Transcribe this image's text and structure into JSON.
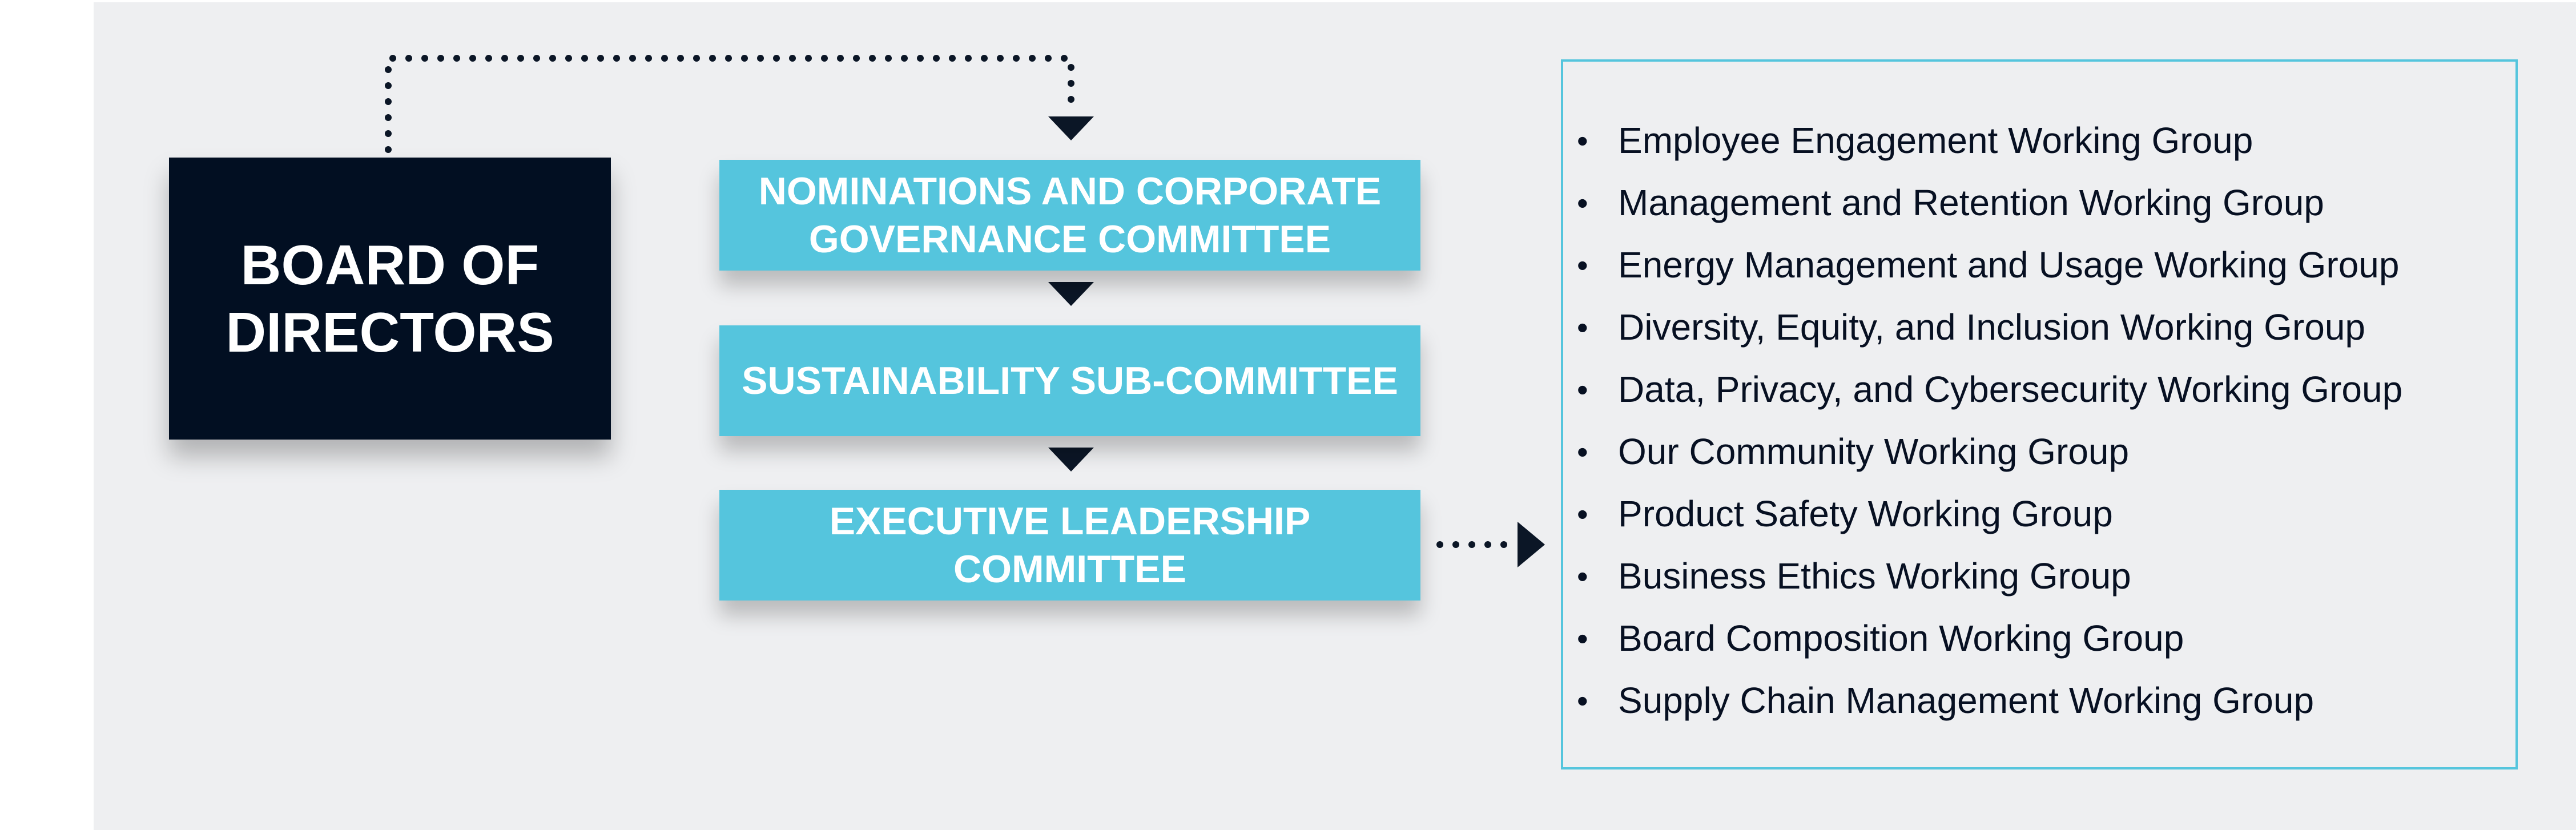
{
  "board": {
    "line1": "BOARD OF",
    "line2": "DIRECTORS"
  },
  "committees": [
    {
      "line1": "NOMINATIONS AND CORPORATE",
      "line2": "GOVERNANCE COMMITTEE"
    },
    {
      "line1": "SUSTAINABILITY SUB-COMMITTEE",
      "line2": ""
    },
    {
      "line1": "EXECUTIVE LEADERSHIP",
      "line2": "COMMITTEE"
    }
  ],
  "working_groups": [
    "Employee Engagement Working Group",
    "Management and Retention Working Group",
    "Energy Management and Usage Working Group",
    "Diversity, Equity, and Inclusion Working Group",
    "Data, Privacy, and Cybersecurity Working Group",
    "Our Community Working Group",
    "Product Safety Working Group",
    "Business Ethics Working Group",
    "Board Composition Working Group",
    "Supply Chain Management Working Group"
  ],
  "colors": {
    "background": "#eeeff1",
    "board_fill": "#020f22",
    "committee_fill": "#55c5dd",
    "text_light": "#ffffff",
    "text_dark": "#071022",
    "connector": "#0b1626"
  }
}
